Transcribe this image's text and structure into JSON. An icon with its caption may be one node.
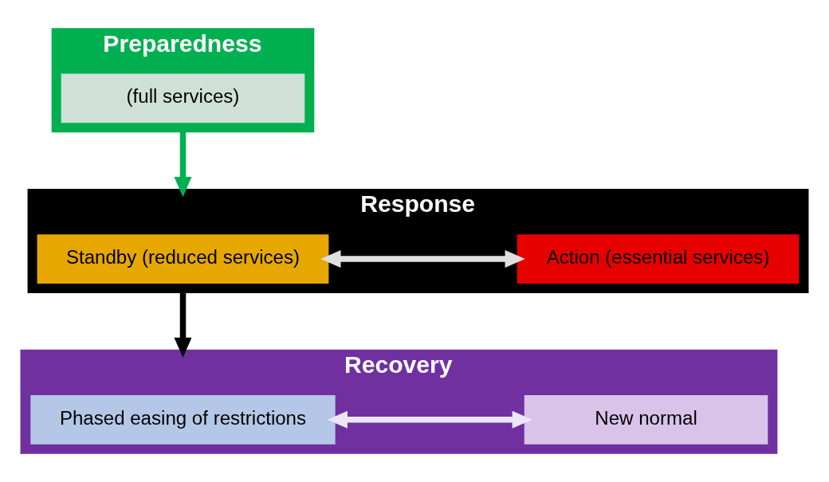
{
  "diagram": {
    "nodes": [
      {
        "text": [
          "Preparedness"
        ]
      },
      {
        "text": [
          "(full services)"
        ],
        "in": 0
      },
      {
        "text": [
          "Response"
        ]
      },
      {
        "text": [
          "Standby (reduced services)"
        ],
        "in": 2
      },
      {
        "text": [
          "Action (essential services)"
        ],
        "in": 2
      },
      {
        "text": [
          "Recovery"
        ]
      },
      {
        "text": [
          "Phased easing of restrictions"
        ],
        "in": 5
      },
      {
        "text": [
          "New normal"
        ],
        "in": 5
      }
    ],
    "edges": [
      {
        "from": 0,
        "to": 2,
        "arrow": "to",
        "color": "#00b050"
      },
      {
        "from": 3,
        "to": 4,
        "arrow": "both",
        "color": "#e0e0e0"
      },
      {
        "from": 2,
        "to": 5,
        "arrow": "to",
        "color": "#000000"
      },
      {
        "from": 6,
        "to": 7,
        "arrow": "both",
        "color": "#ece6f5"
      }
    ]
  }
}
